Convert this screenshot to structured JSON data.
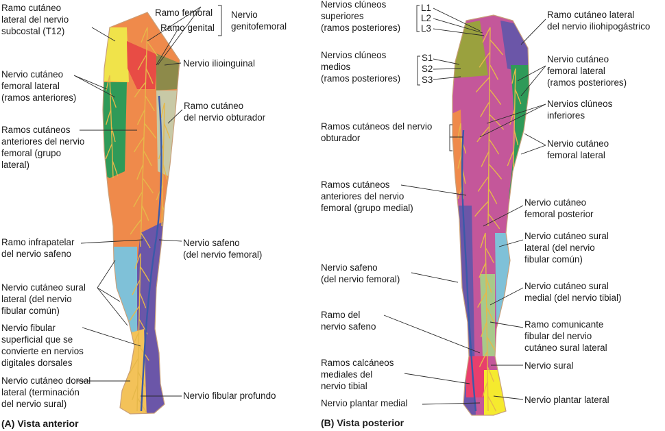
{
  "colors": {
    "leader": "#2b2b2b",
    "nerve": "#e6b84a",
    "vein": "#3a5aa8",
    "femoral_lateral": "#2f9a58",
    "femoral_anterior": "#ef8a4b",
    "genitofemoral": "#e84c45",
    "subcostal": "#f0e34a",
    "obturator": "#c8c9a6",
    "saphenous": "#6b56a8",
    "sural_lateral": "#7fc1d8",
    "fibular": "#f3c259",
    "posterior_femoral": "#c4579a",
    "plantar_lateral": "#f5ea2e",
    "calcaneal": "#e83f6d",
    "cluneal_superior": "#9aa13e"
  },
  "anterior": {
    "caption": "(A) Vista anterior",
    "labels": {
      "subcostal": "Ramo cutáneo\nlateral del nervio\nsubcostal (T12)",
      "femoral_branch": "Ramo femoral",
      "genital_branch": "Ramo genital",
      "genitofemoral": "Nervio\ngenitofemoral",
      "ilioinguinal": "Nervio ilioinguinal",
      "lat_fem_cut": "Nervio cutáneo\nfemoral lateral\n(ramos anteriores)",
      "obturator_cut": "Ramo cutáneo\ndel nervio obturador",
      "ant_cut_fem": "Ramos cutáneos\nanteriores del nervio\nfemoral (grupo\nlateral)",
      "infrapatellar": "Ramo infrapatelar\ndel nervio safeno",
      "saphenous": "Nervio safeno\n(del nervio femoral)",
      "lat_sural": "Nervio cutáneo sural\nlateral (del nervio\nfibular común)",
      "superficial_fibular": "Nervio fibular\nsuperficial que se\nconvierte en nervios\ndigitales dorsales",
      "dorsal_lat_cut": "Nervio cutáneo dorsal\nlateral (terminación\ndel nervio sural)",
      "deep_fibular": "Nervio fibular profundo"
    }
  },
  "posterior": {
    "caption": "(B) Vista posterior",
    "labels": {
      "sup_cluneal": "Nervios clúneos\nsuperiores\n(ramos posteriores)",
      "L1": "L1",
      "L2": "L2",
      "L3": "L3",
      "iliohypogastric": "Ramo cutáneo lateral\ndel nervio iliohipogástrico",
      "mid_cluneal": "Nervios clúneos\nmedios\n(ramos posteriores)",
      "S1": "S1",
      "S2": "S2",
      "S3": "S3",
      "lat_fem_post": "Nervio cutáneo\nfemoral lateral\n(ramos posteriores)",
      "inf_cluneal": "Nervios clúneos\ninferiores",
      "obturator_cut": "Ramos cutáneos del nervio\nobturador",
      "lat_fem": "Nervio cutáneo\nfemoral lateral",
      "ant_cut_fem_med": "Ramos cutáneos\nanteriores del nervio\nfemoral (grupo medial)",
      "post_fem": "Nervio cutáneo\nfemoral posterior",
      "lat_sural": "Nervio cutáneo sural\nlateral (del nervio\nfibular común)",
      "saphenous": "Nervio safeno\n(del nervio femoral)",
      "med_sural": "Nervio cutáneo sural\nmedial (del nervio tibial)",
      "saphenous_branch": "Ramo del\nnervio safeno",
      "fibular_comm": "Ramo comunicante\nfibular del nervio\ncutáneo sural lateral",
      "sural": "Nervio sural",
      "calcaneal": "Ramos calcáneos\nmediales del\nnervio tibial",
      "plantar_medial": "Nervio plantar medial",
      "plantar_lateral": "Nervio plantar lateral"
    }
  }
}
